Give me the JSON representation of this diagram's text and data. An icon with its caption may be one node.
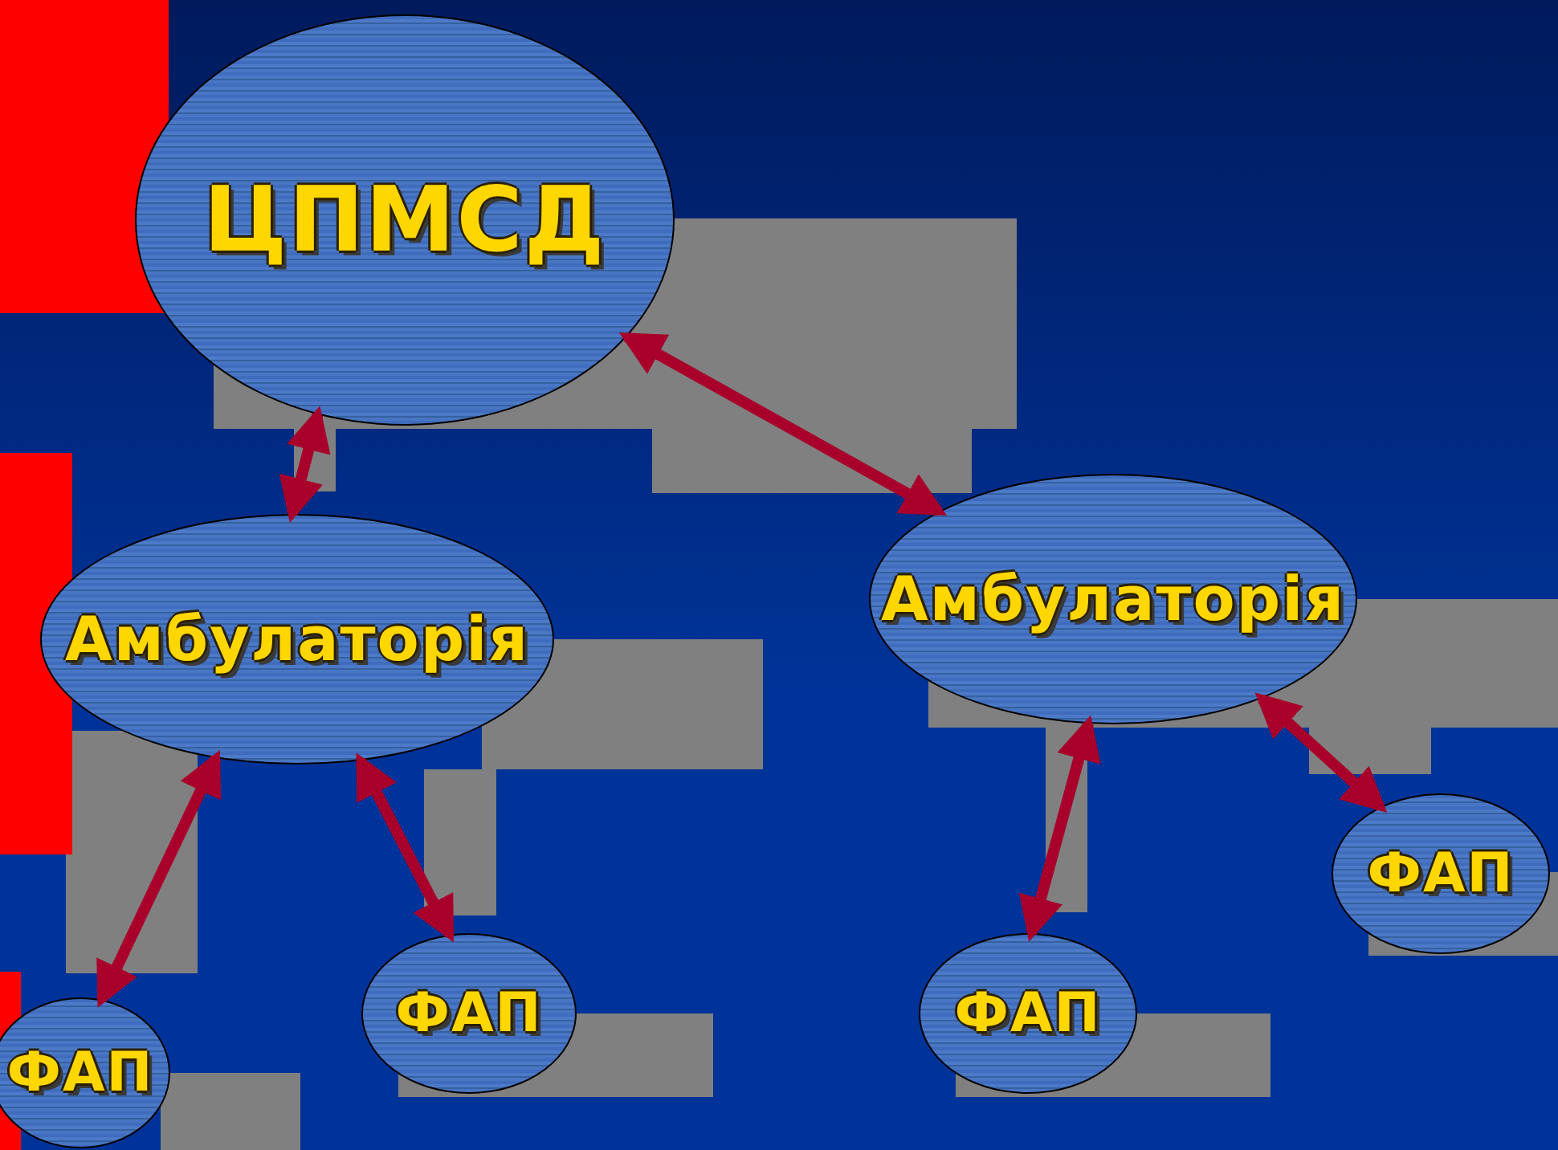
{
  "diagram": {
    "nodes": [
      {
        "text": [
          "ЦПМСД"
        ]
      },
      {
        "text": [
          "Амбулаторія"
        ]
      },
      {
        "text": [
          "Амбулаторія"
        ]
      },
      {
        "text": [
          "ФАП"
        ]
      },
      {
        "text": [
          "ФАП"
        ]
      },
      {
        "text": [
          "ФАП"
        ]
      },
      {
        "text": [
          "ФАП"
        ]
      }
    ],
    "edges": [
      {
        "from": 0,
        "to": 1,
        "arrow": "both"
      },
      {
        "from": 0,
        "to": 2,
        "arrow": "both"
      },
      {
        "from": 1,
        "to": 3,
        "arrow": "both"
      },
      {
        "from": 1,
        "to": 4,
        "arrow": "both"
      },
      {
        "from": 2,
        "to": 5,
        "arrow": "both"
      },
      {
        "from": 2,
        "to": 6,
        "arrow": "both"
      }
    ]
  }
}
